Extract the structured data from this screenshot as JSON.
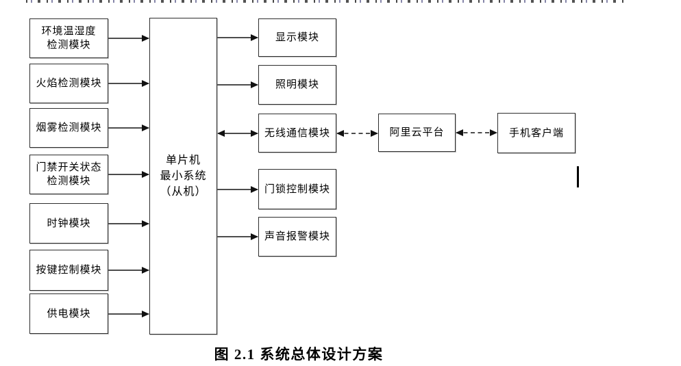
{
  "figure": {
    "caption": "图 2.1  系统总体设计方案"
  },
  "colors": {
    "line": "#111111",
    "box_border": "#2d2d2d",
    "background": "#ffffff",
    "text": "#000000"
  },
  "diagram": {
    "nodes": {
      "env": {
        "label": "环境温湿度\n检测模块"
      },
      "flame": {
        "label": "火焰检测模块"
      },
      "smoke": {
        "label": "烟雾检测模块"
      },
      "door": {
        "label": "门禁开关状态\n检测模块"
      },
      "clock": {
        "label": "时钟模块"
      },
      "key": {
        "label": "按键控制模块"
      },
      "power": {
        "label": "供电模块"
      },
      "mcu": {
        "label": "单片机\n最小系统\n（从机）"
      },
      "display": {
        "label": "显示模块"
      },
      "light": {
        "label": "照明模块"
      },
      "wireless": {
        "label": "无线通信模块"
      },
      "lock": {
        "label": "门锁控制模块"
      },
      "alarm": {
        "label": "声音报警模块"
      },
      "cloud": {
        "label": "阿里云平台"
      },
      "phone": {
        "label": "手机客户端"
      }
    },
    "edges": [
      {
        "from": "env",
        "to": "mcu",
        "line": "solid",
        "heads": "end"
      },
      {
        "from": "flame",
        "to": "mcu",
        "line": "solid",
        "heads": "end"
      },
      {
        "from": "smoke",
        "to": "mcu",
        "line": "solid",
        "heads": "end"
      },
      {
        "from": "door",
        "to": "mcu",
        "line": "solid",
        "heads": "end"
      },
      {
        "from": "clock",
        "to": "mcu",
        "line": "solid",
        "heads": "end"
      },
      {
        "from": "key",
        "to": "mcu",
        "line": "solid",
        "heads": "end"
      },
      {
        "from": "power",
        "to": "mcu",
        "line": "solid",
        "heads": "end"
      },
      {
        "from": "mcu",
        "to": "display",
        "line": "solid",
        "heads": "end"
      },
      {
        "from": "mcu",
        "to": "light",
        "line": "solid",
        "heads": "end"
      },
      {
        "from": "mcu",
        "to": "wireless",
        "line": "solid",
        "heads": "both"
      },
      {
        "from": "wireless",
        "to": "cloud",
        "line": "dashed",
        "heads": "both"
      },
      {
        "from": "cloud",
        "to": "phone",
        "line": "dashed",
        "heads": "both"
      },
      {
        "from": "mcu",
        "to": "lock",
        "line": "solid",
        "heads": "end"
      },
      {
        "from": "mcu",
        "to": "alarm",
        "line": "solid",
        "heads": "end"
      }
    ]
  }
}
